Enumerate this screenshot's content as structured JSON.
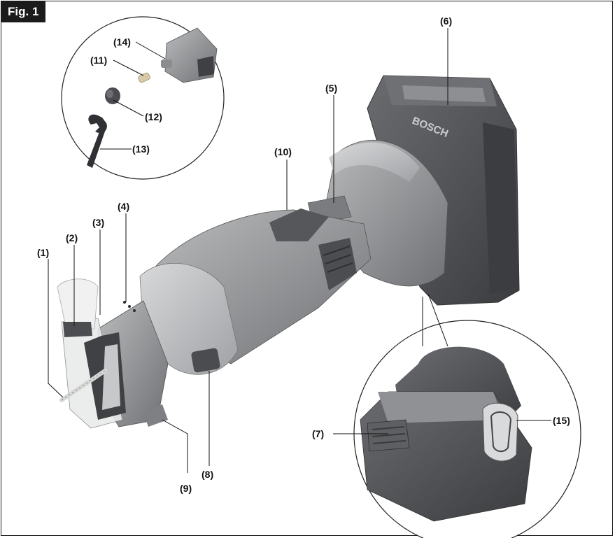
{
  "figure": {
    "tab_label": "Fig. 1"
  },
  "brand": {
    "logo_text": "BOSCH"
  },
  "callouts": [
    "(1)",
    "(2)",
    "(3)",
    "(4)",
    "(5)",
    "(6)",
    "(7)",
    "(8)",
    "(9)",
    "(10)",
    "(11)",
    "(12)",
    "(13)",
    "(14)",
    "(15)"
  ],
  "colors": {
    "tool_body": "#8d8f92",
    "tool_dark": "#4a4c4f",
    "tool_light": "#c8c9cb",
    "battery": "#5a5c5f"
  }
}
